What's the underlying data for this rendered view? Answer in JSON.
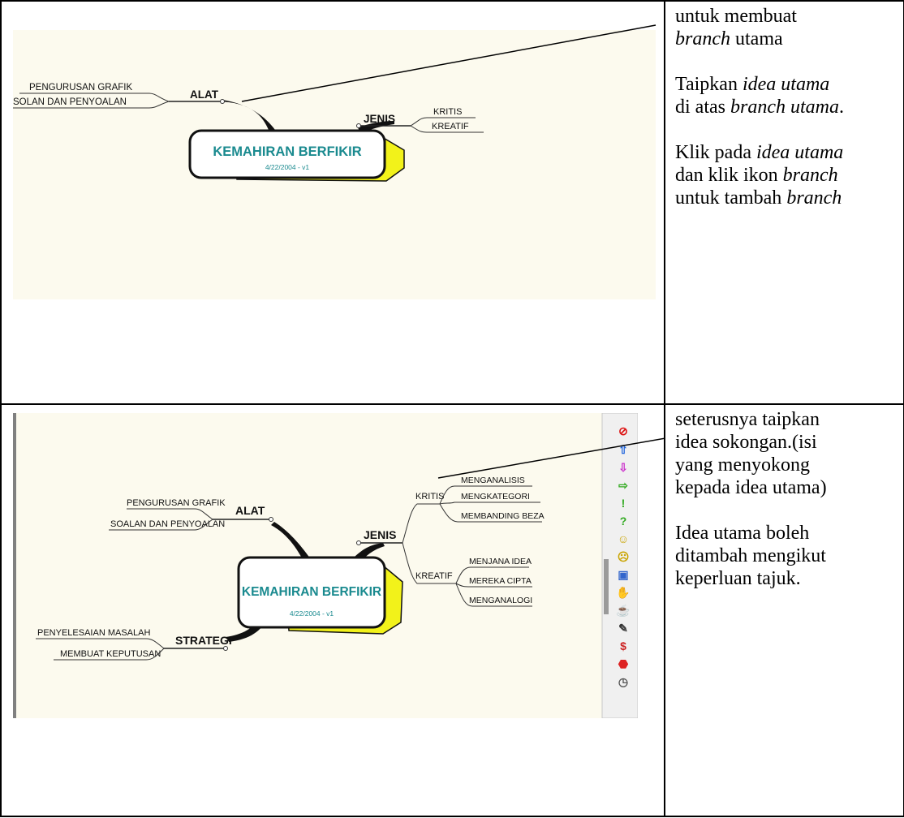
{
  "top": {
    "mindmap": {
      "central_title": "KEMAHIRAN BERFIKIR",
      "central_date": "4/22/2004 - v1",
      "branch_alat": "ALAT",
      "alat_sub1": "PENGURUSAN GRAFIK",
      "alat_sub2": "SOLAN DAN PENYOALAN",
      "branch_jenis": "JENIS",
      "jenis_sub1": "KRITIS",
      "jenis_sub2": "KREATIF"
    },
    "note": {
      "p1_a": "untuk membuat",
      "p1_b_italic": "branch",
      "p1_b_rest": " utama",
      "p2_a": "Taipkan ",
      "p2_a_italic": "idea utama",
      "p2_b": "di atas ",
      "p2_b_italic": "branch utama",
      "p2_b_end": ".",
      "p3_a": "Klik pada ",
      "p3_a_italic": "idea utama",
      "p3_b": "dan klik ikon ",
      "p3_b_italic": "branch",
      "p3_c": "untuk tambah ",
      "p3_c_italic": "branch"
    }
  },
  "bottom": {
    "mindmap": {
      "central_title": "KEMAHIRAN BERFIKIR",
      "central_date": "4/22/2004 - v1",
      "branch_alat": "ALAT",
      "alat_sub1": "PENGURUSAN GRAFIK",
      "alat_sub2": "SOALAN DAN PENYOALAN",
      "branch_jenis": "JENIS",
      "kritis": "KRITIS",
      "kritis_sub1": "MENGANALISIS",
      "kritis_sub2": "MENGKATEGORI",
      "kritis_sub3": "MEMBANDING BEZA",
      "kreatif": "KREATIF",
      "kreatif_sub1": "MENJANA IDEA",
      "kreatif_sub2": "MEREKA CIPTA",
      "kreatif_sub3": "MENGANALOGI",
      "branch_strategi": "STRATEGI",
      "strategi_sub1": "PENYELESAIAN MASALAH",
      "strategi_sub2": "MEMBUAT KEPUTUSAN"
    },
    "toolbar_icons": [
      "stop-icon",
      "arrow-up-icon",
      "arrow-down-icon",
      "arrow-right-icon",
      "exclamation-icon",
      "question-icon",
      "smiley-icon",
      "neutral-face-icon",
      "calendar-icon",
      "thumbs-up-icon",
      "coffee-icon",
      "note-icon",
      "dollar-icon",
      "stop-sign-icon",
      "clock-icon"
    ],
    "note": {
      "l1": "seterusnya taipkan",
      "l2": "idea sokongan.(isi",
      "l3": "yang menyokong",
      "l4": "kepada idea utama)",
      "l5": "Idea utama boleh",
      "l6": "ditambah mengikut",
      "l7": "keperluan tajuk."
    }
  },
  "colors": {
    "canvas": "#fcfaee",
    "central_text": "#1a8a8f",
    "central_box_shadow": "#f2f21a",
    "divider": "#000000"
  }
}
